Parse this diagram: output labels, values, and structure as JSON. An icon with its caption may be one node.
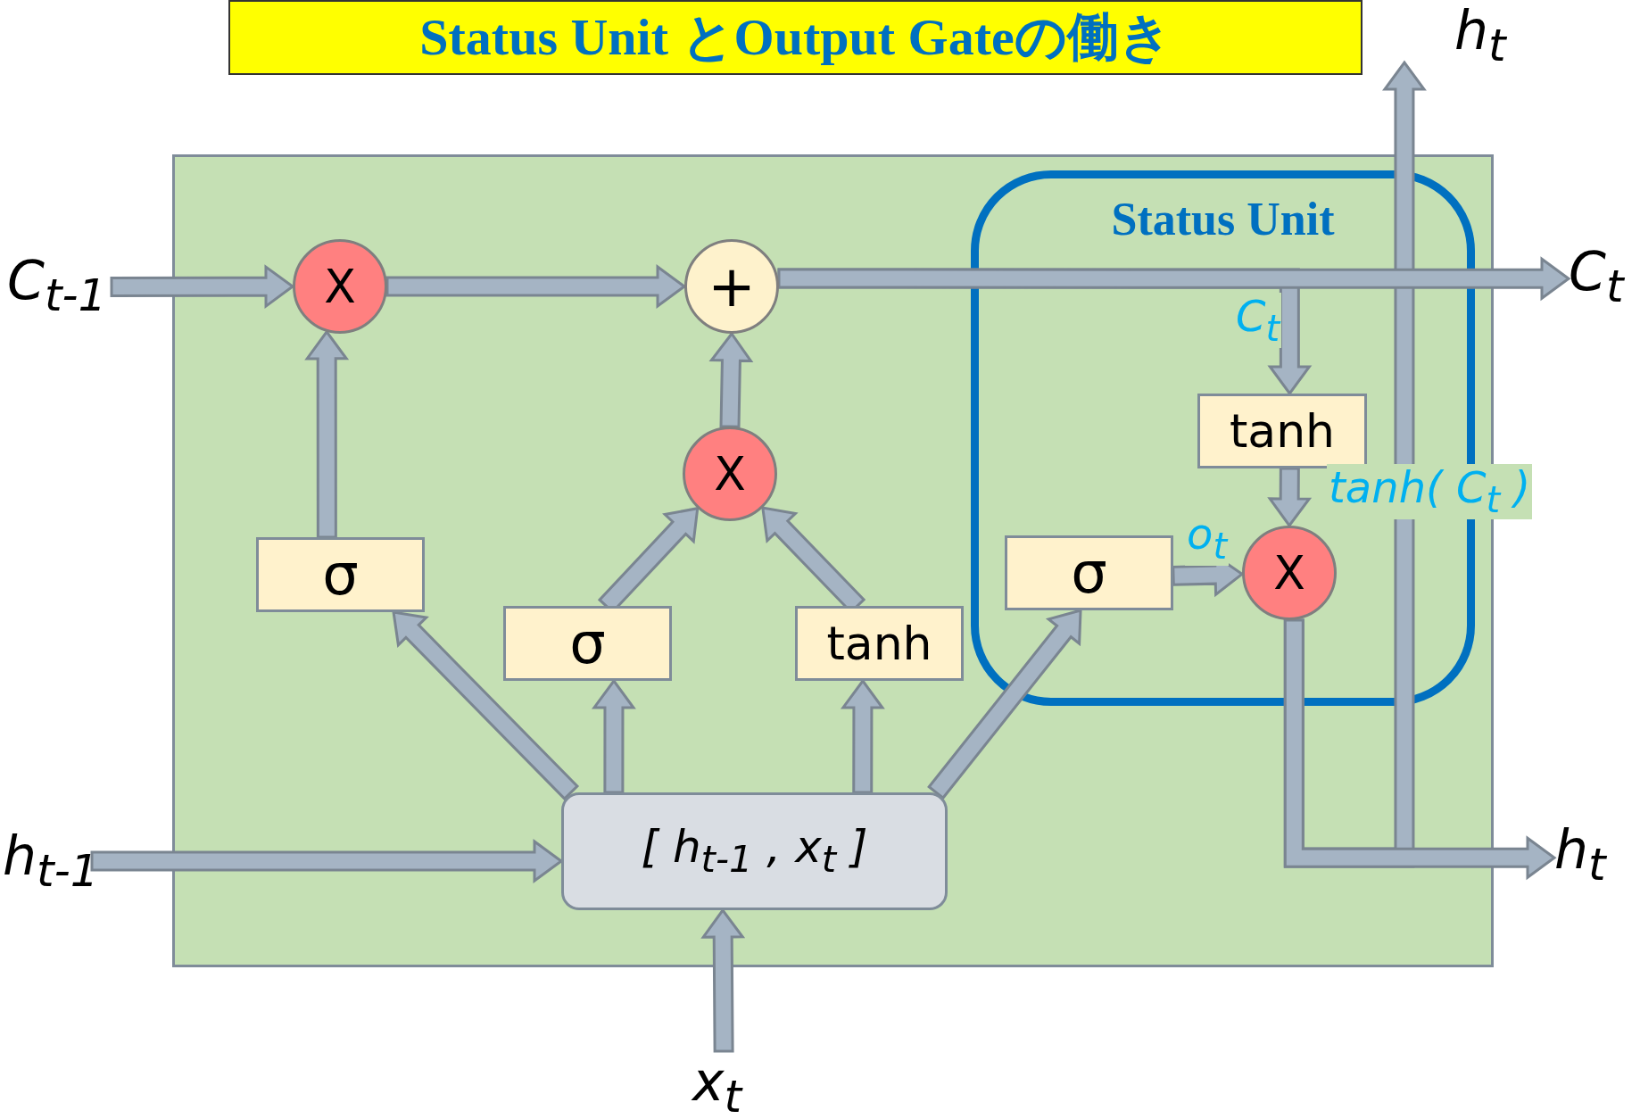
{
  "diagram": {
    "title": "Status Unit とOutput Gateの働き",
    "nodes": [
      {
        "text": [],
        "shape": "box"
      },
      {
        "text": [
          "Status Unit"
        ],
        "in": 0
      },
      {
        "text": [
          "C$_{t-1}$"
        ]
      },
      {
        "text": [
          "h$_{t-1}$"
        ]
      },
      {
        "text": [
          "x$_{t}$"
        ]
      },
      {
        "text": [
          "X"
        ],
        "in": 0
      },
      {
        "text": [
          "+"
        ],
        "in": 0
      },
      {
        "text": [
          "X"
        ],
        "in": 0
      },
      {
        "text": [
          "σ"
        ],
        "in": 0
      },
      {
        "text": [
          "σ"
        ],
        "in": 0
      },
      {
        "text": [
          "tanh"
        ],
        "in": 0
      },
      {
        "text": [
          "[ h$_{t-1}$ , x$_{t}$ ]"
        ],
        "in": 0
      },
      {
        "text": [
          "σ"
        ],
        "in": 1
      },
      {
        "text": [
          "tanh"
        ],
        "in": 1
      },
      {
        "text": [
          "X"
        ],
        "in": 1
      },
      {
        "text": [
          "C$_{t}$"
        ]
      },
      {
        "text": [
          "h$_{t}$"
        ]
      },
      {
        "text": [
          "h$_{t}$"
        ]
      }
    ],
    "edges": [
      {
        "from": 2,
        "to": 5,
        "arrow": "to"
      },
      {
        "from": 5,
        "to": 6,
        "arrow": "to"
      },
      {
        "from": 6,
        "to": 13,
        "arrow": "to",
        "label": "C$_{t}$"
      },
      {
        "from": 8,
        "to": 5,
        "arrow": "to"
      },
      {
        "from": 7,
        "to": 6,
        "arrow": "to"
      },
      {
        "from": 9,
        "to": 7,
        "arrow": "to"
      },
      {
        "from": 10,
        "to": 7,
        "arrow": "to"
      },
      {
        "from": 11,
        "to": 8,
        "arrow": "to"
      },
      {
        "from": 11,
        "to": 9,
        "arrow": "to"
      },
      {
        "from": 11,
        "to": 10,
        "arrow": "to"
      },
      {
        "from": 11,
        "to": 12,
        "arrow": "to"
      },
      {
        "from": 3,
        "to": 11,
        "arrow": "to"
      },
      {
        "from": 4,
        "to": 11,
        "arrow": "to"
      },
      {
        "from": 12,
        "to": 14,
        "arrow": "to",
        "label": "o$_{t}$"
      },
      {
        "from": 13,
        "to": 14,
        "arrow": "to",
        "label": "tanh( C$_{t}$ )"
      },
      {
        "from": 14,
        "to": 16,
        "arrow": "to"
      },
      {
        "from": 14,
        "to": 17,
        "arrow": "to"
      },
      {
        "from": 6,
        "to": 15,
        "arrow": "to"
      }
    ]
  }
}
